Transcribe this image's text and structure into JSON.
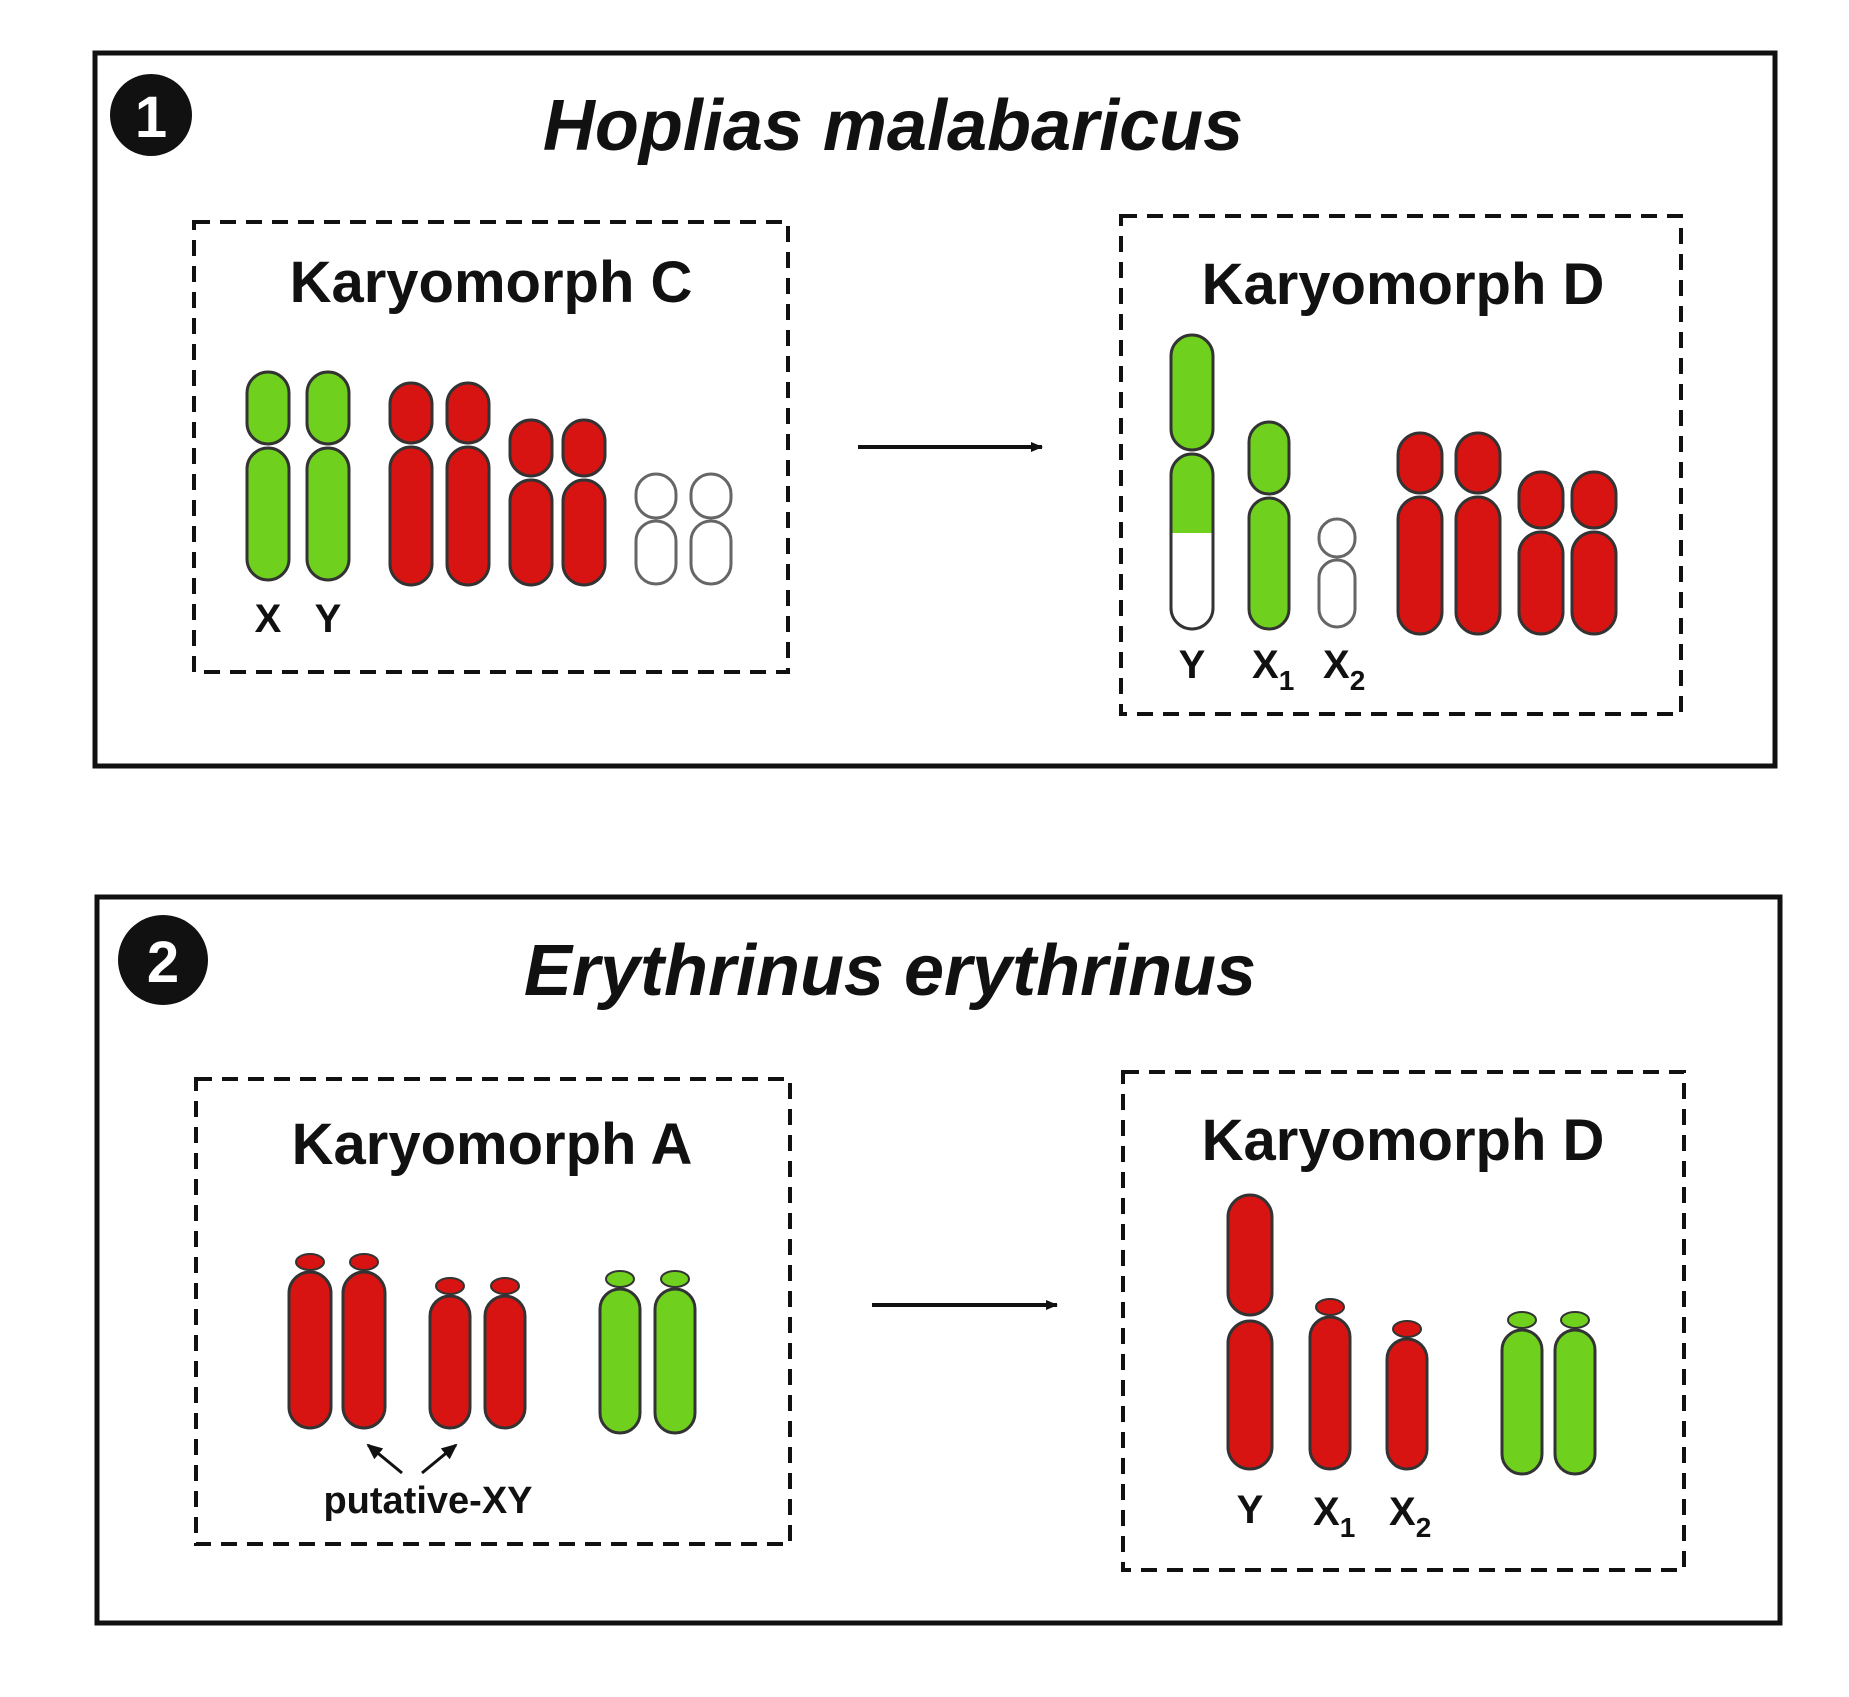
{
  "colors": {
    "green": "#6fd11e",
    "red": "#d71411",
    "outline": "#333333",
    "white": "#ffffff"
  },
  "panels": [
    {
      "number": "1",
      "species": "Hoplias malabaricus",
      "left": {
        "title": "Karyomorph C",
        "labels": {
          "x": "X",
          "y": "Y"
        }
      },
      "right": {
        "title": "Karyomorph D",
        "labels": {
          "y": "Y",
          "x1": "X",
          "x1_sub": "1",
          "x2": "X",
          "x2_sub": "2"
        }
      }
    },
    {
      "number": "2",
      "species": "Erythrinus erythrinus",
      "left": {
        "title": "Karyomorph A",
        "note": "putative-XY"
      },
      "right": {
        "title": "Karyomorph D",
        "labels": {
          "y": "Y",
          "x1": "X",
          "x1_sub": "1",
          "x2": "X",
          "x2_sub": "2"
        }
      }
    }
  ]
}
